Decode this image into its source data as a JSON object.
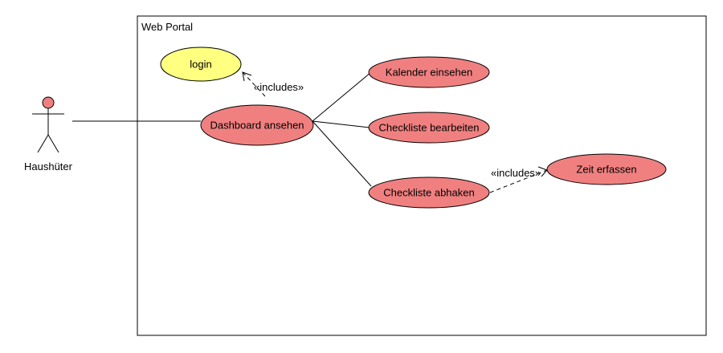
{
  "system": {
    "title": "Web Portal"
  },
  "actor": {
    "name": "Haushüter"
  },
  "use_cases": {
    "login": "login",
    "dashboard": "Dashboard ansehen",
    "kalender": "Kalender einsehen",
    "checkliste_bearbeiten": "Checkliste bearbeiten",
    "checkliste_abhaken": "Checkliste abhaken",
    "zeit": "Zeit erfassen"
  },
  "relations": {
    "include_login": "«includes»",
    "include_zeit": "«includes»"
  },
  "colors": {
    "use_case_fill": "#f08080",
    "highlight_fill": "#ffff80",
    "actor_head": "#f08080",
    "stroke": "#000000"
  }
}
